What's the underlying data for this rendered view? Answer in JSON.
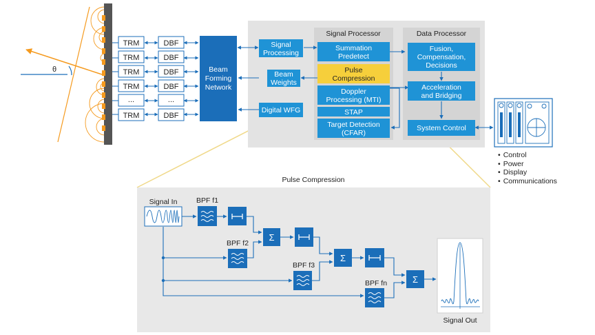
{
  "antenna": {
    "angle_label": "θ"
  },
  "channels": [
    {
      "trm": "TRM",
      "dbf": "DBF"
    },
    {
      "trm": "TRM",
      "dbf": "DBF"
    },
    {
      "trm": "TRM",
      "dbf": "DBF"
    },
    {
      "trm": "TRM",
      "dbf": "DBF"
    },
    {
      "trm": "...",
      "dbf": "..."
    },
    {
      "trm": "TRM",
      "dbf": "DBF"
    }
  ],
  "beam_forming": [
    "Beam",
    "Forming",
    "Network"
  ],
  "left_blocks": {
    "signal_processing": [
      "Signal",
      "Processing"
    ],
    "beam_weights": [
      "Beam",
      "Weights"
    ],
    "digital_wfg": "Digital WFG"
  },
  "signal_processor": {
    "title": "Signal Processor",
    "summation": [
      "Summation",
      "Predetect"
    ],
    "pulse_compression": [
      "Pulse",
      "Compression"
    ],
    "doppler": [
      "Doppler",
      "Processing (MTI)"
    ],
    "stap": "STAP",
    "target_detection": [
      "Target Detection",
      "(CFAR)"
    ]
  },
  "data_processor": {
    "title": "Data Processor",
    "fusion": [
      "Fusion,",
      "Compensation,",
      "Decisions"
    ],
    "acceleration": [
      "Acceleration",
      "and Bridging"
    ],
    "system_control": "System Control"
  },
  "system_functions": [
    "Control",
    "Power",
    "Display",
    "Communications"
  ],
  "detail": {
    "title": "Pulse Compression",
    "signal_in": "Signal In",
    "signal_out": "Signal Out",
    "bpf": [
      "BPF f1",
      "BPF f2",
      "BPF f3",
      "BPF fn"
    ],
    "sum_symbol": "Σ"
  },
  "colors": {
    "block_blue": "#1f93d6",
    "dark_blue": "#1b6eb9",
    "highlight_yellow": "#f6cf3b",
    "panel_gray": "#e3e3e3",
    "detail_gray": "#e8e8e8",
    "array_orange": "#f59a1e"
  }
}
